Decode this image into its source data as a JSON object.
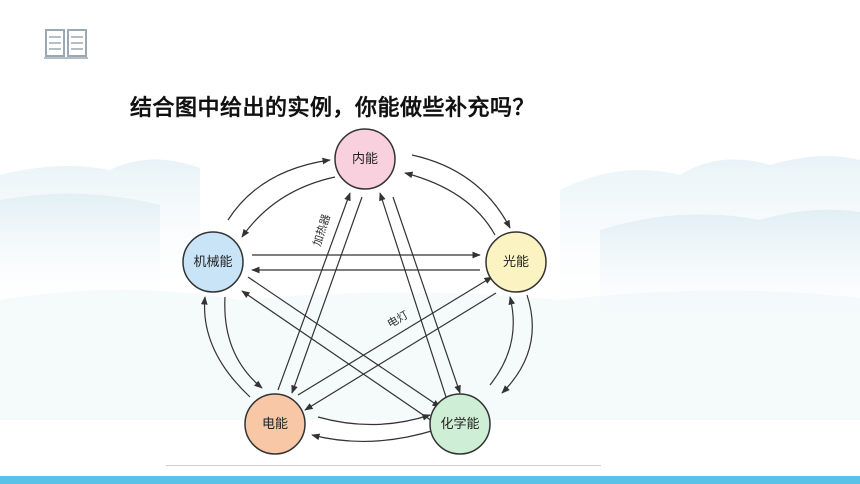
{
  "slide": {
    "question": "结合图中给出的实例，你能做些补充吗？"
  },
  "diagram": {
    "nodes": {
      "internal": {
        "label": "内能",
        "fill": "#f9d0dd"
      },
      "light": {
        "label": "光能",
        "fill": "#fbf3c2"
      },
      "chemical": {
        "label": "化学能",
        "fill": "#cfeed6"
      },
      "electric": {
        "label": "电能",
        "fill": "#f7c7a6"
      },
      "mechanical": {
        "label": "机械能",
        "fill": "#c9e3f7"
      }
    },
    "edge_labels": {
      "heater": "加热器",
      "lamp": "电灯"
    }
  },
  "colors": {
    "accent_bar": "#5bc2e7",
    "arrow": "#333333",
    "node_stroke": "#333333"
  }
}
